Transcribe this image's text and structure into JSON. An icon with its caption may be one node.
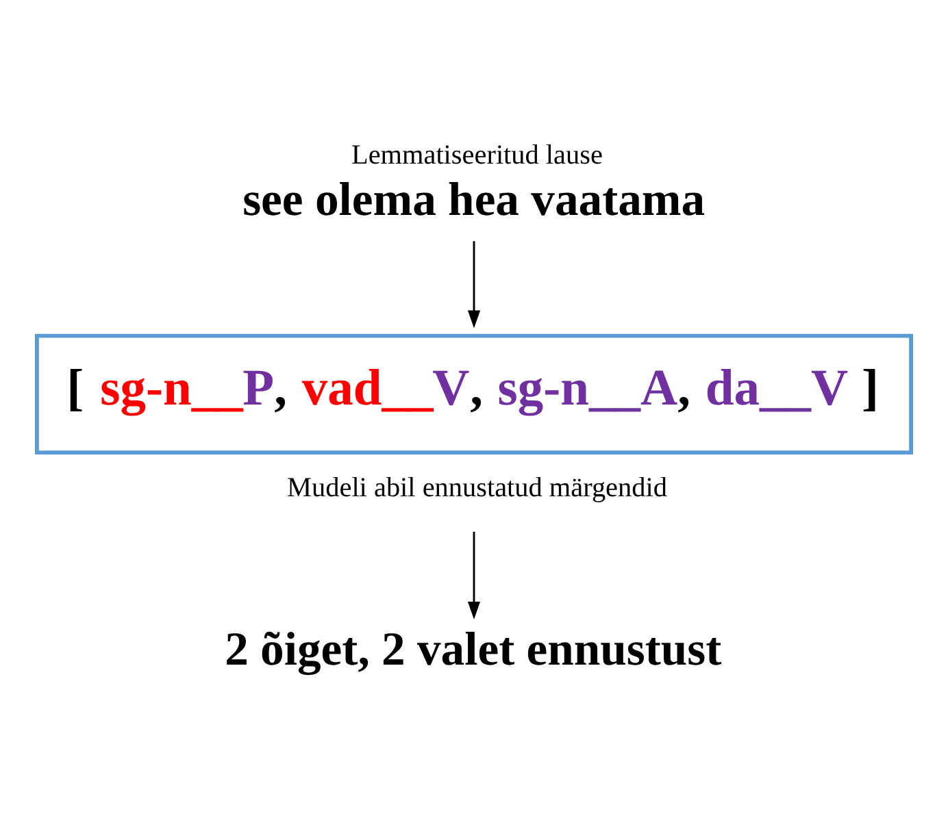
{
  "diagram": {
    "nodes": [
      {
        "text": [
          "Lemmatiseeritud lause",
          "see olema hea vaatama"
        ]
      },
      {
        "text": [
          "[ sg-n__P, vad__V, sg-n__A, da__V ]"
        ],
        "beside": [
          "Mudeli abil ennustatud märgendid"
        ]
      },
      {
        "text": [
          "2 õiget, 2 valet ennustust"
        ]
      }
    ],
    "edges": [
      {
        "from": 0,
        "to": 1,
        "arrow": "to"
      },
      {
        "from": 1,
        "to": 2,
        "arrow": "to"
      }
    ]
  }
}
